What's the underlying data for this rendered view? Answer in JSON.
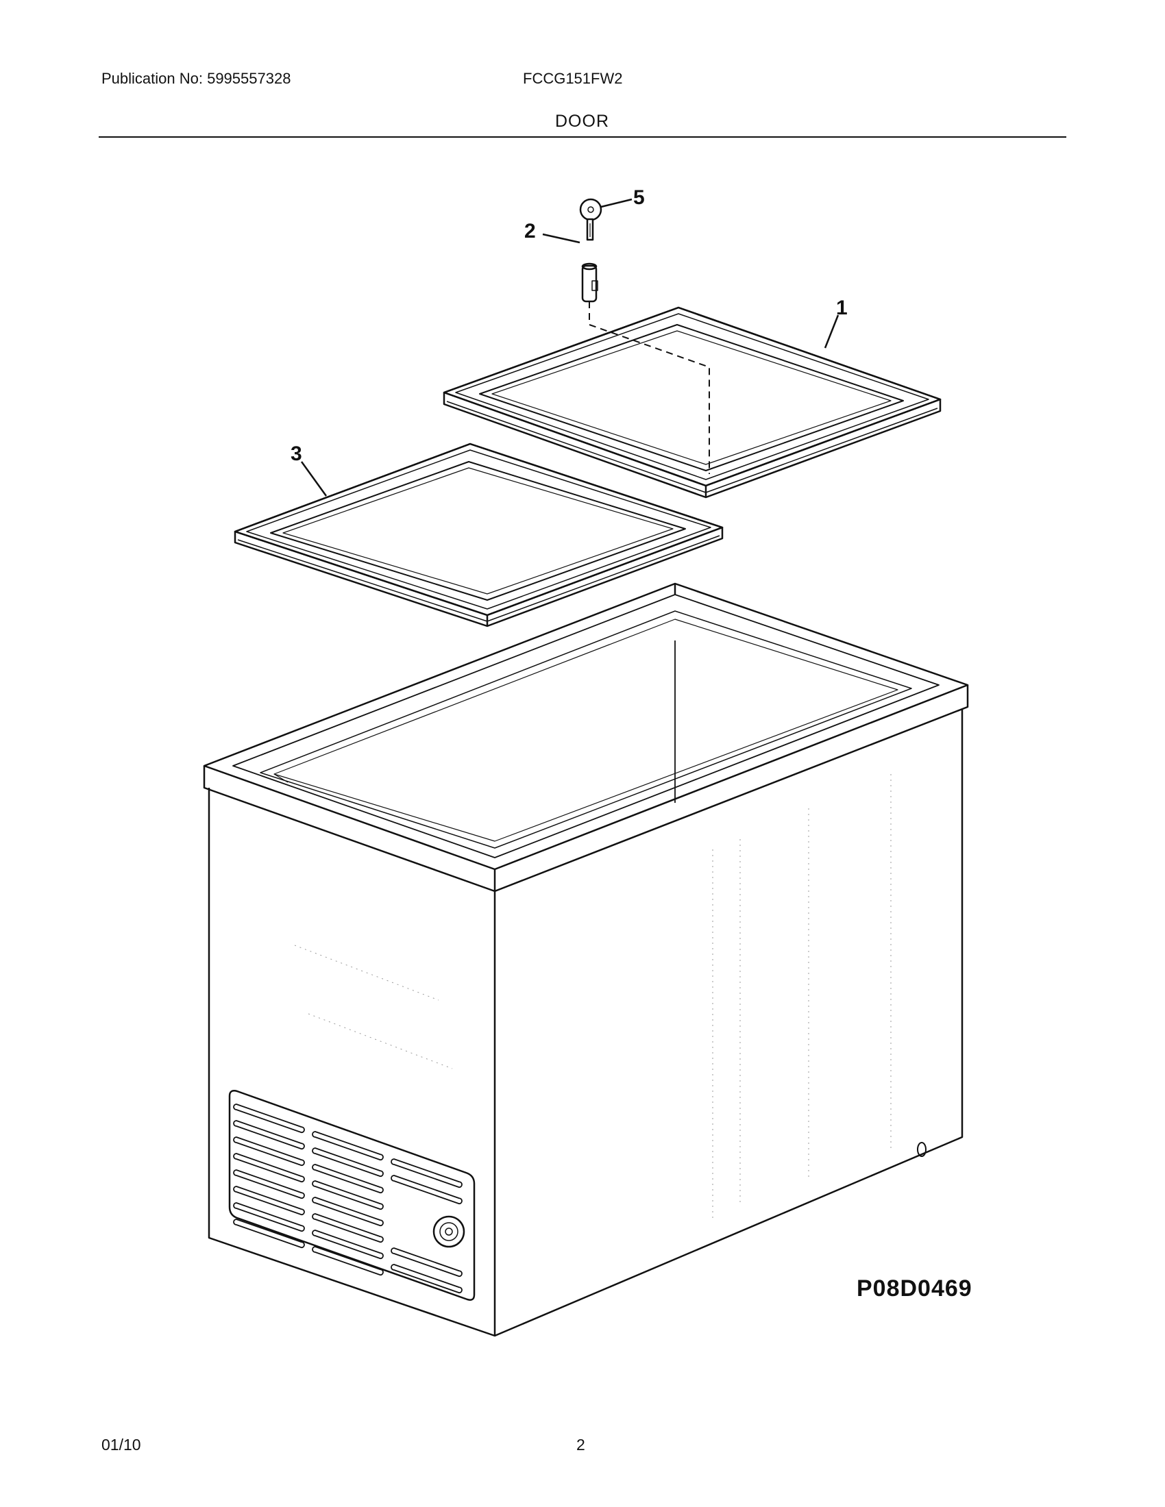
{
  "header": {
    "publication": "Publication No: 5995557328",
    "model": "FCCG151FW2",
    "section": "DOOR"
  },
  "diagram": {
    "callouts": [
      {
        "number": "1",
        "part": "door"
      },
      {
        "number": "2",
        "part": "lock"
      },
      {
        "number": "3",
        "part": "gasket"
      },
      {
        "number": "5",
        "part": "key"
      }
    ],
    "figure_id": "P08D0469"
  },
  "footer": {
    "date": "01/10",
    "page": "2"
  }
}
